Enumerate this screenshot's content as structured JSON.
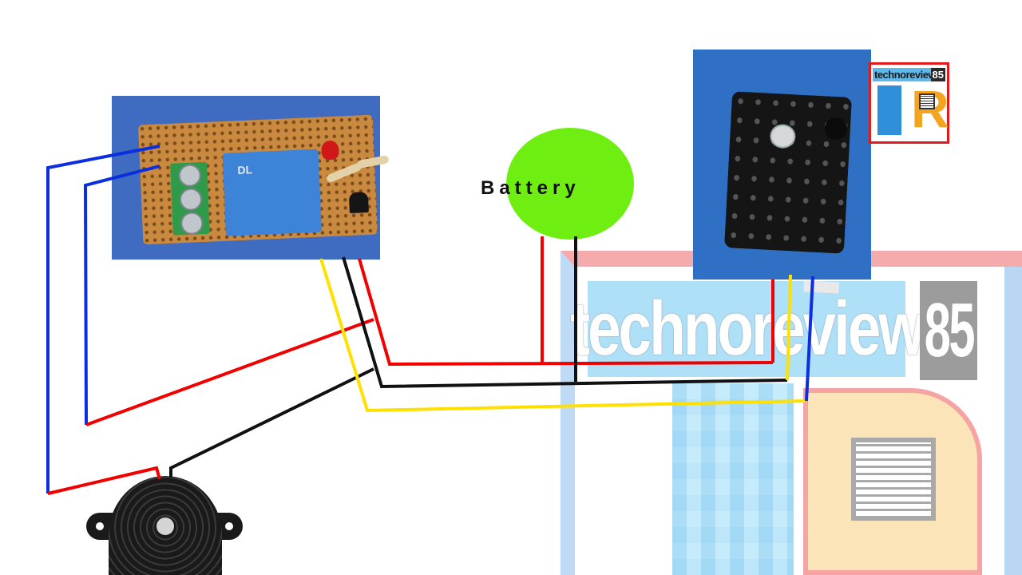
{
  "diagram": {
    "battery": {
      "label": "Battery",
      "color": "#6fee12"
    },
    "relay_module": {
      "relay_marking": "DL"
    },
    "watermark": {
      "text": "technoreview",
      "number": "85"
    },
    "logo": {
      "text": "technoreview",
      "number": "85",
      "letter": "R"
    },
    "wire_colors": {
      "red": "#f00000",
      "black": "#111111",
      "yellow": "#ffe000",
      "blue": "#0a2ee0"
    }
  }
}
